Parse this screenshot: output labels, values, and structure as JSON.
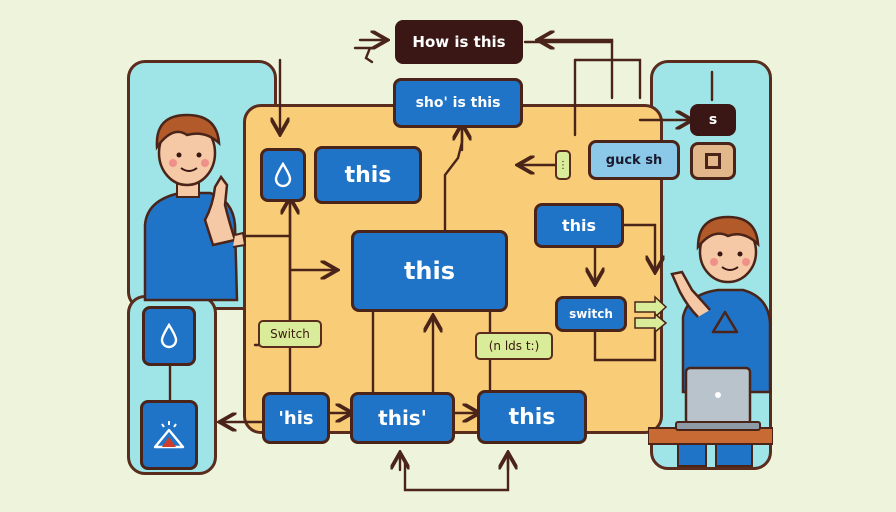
{
  "title": "How is this",
  "nodes": {
    "top_center": "sho' is this",
    "left_main": "this",
    "center_main": "this",
    "right_mid": "this",
    "right_gray": "guck sh",
    "switch_right": "switch",
    "bottom_left": "'his",
    "bottom_center": "this'",
    "bottom_right": "this",
    "small_s": "s"
  },
  "tags": {
    "switch_left": "Switch",
    "note": "(n lds t:)"
  },
  "colors": {
    "background": "#eef4dc",
    "node_blue": "#1f74c7",
    "panel_cyan": "#9fe4e6",
    "panel_orange": "#f9cc78",
    "line_brown": "#5a2c1e",
    "tag_green": "#d9ec99"
  },
  "icons": [
    "water-drop-icon",
    "warning-triangle-icon",
    "square-icon",
    "laptop-icon",
    "person-left",
    "person-right"
  ]
}
